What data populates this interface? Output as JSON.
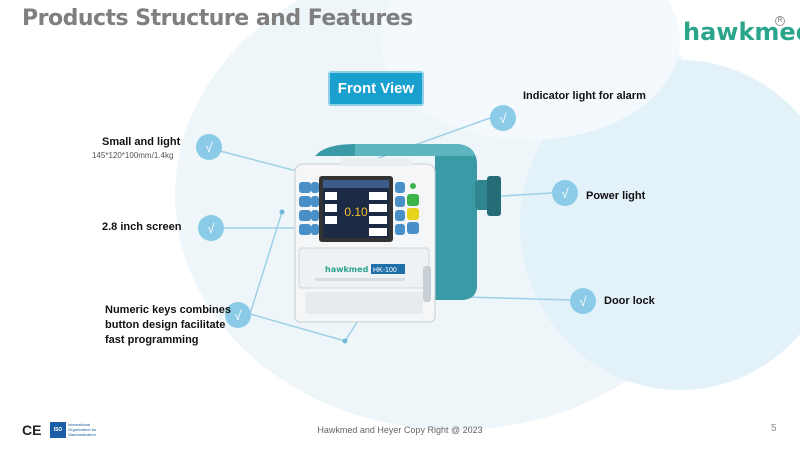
{
  "slide": {
    "title": "Products Structure and Features",
    "brand": "hawkmed",
    "brand_mark": "R",
    "front_view_label": "Front View",
    "page_number": "5",
    "footer": "Hawkmed and Heyer Copy Right @ 2023"
  },
  "features": {
    "small_light": "Small and light",
    "dimensions": "145*120*100mm/1.4kg",
    "screen": "2.8 inch screen",
    "keys_line1": "Numeric keys combines",
    "keys_line2": "button design facilitate",
    "keys_line3": "fast programming",
    "alarm": "Indicator light for alarm",
    "power": "Power light",
    "door": "Door lock"
  },
  "check_mark": "√",
  "device": {
    "brand": "hawkmed",
    "model": "HK-100",
    "screen_value": "0.10"
  },
  "certs": {
    "ce": "CE",
    "iso": "ISO",
    "iso_text": "International Organization for Standardization"
  },
  "colors": {
    "accent": "#1aa0cf",
    "check": "#8ccbe8",
    "brand": "#2aa48a",
    "device_teal": "#3a9aa6"
  }
}
